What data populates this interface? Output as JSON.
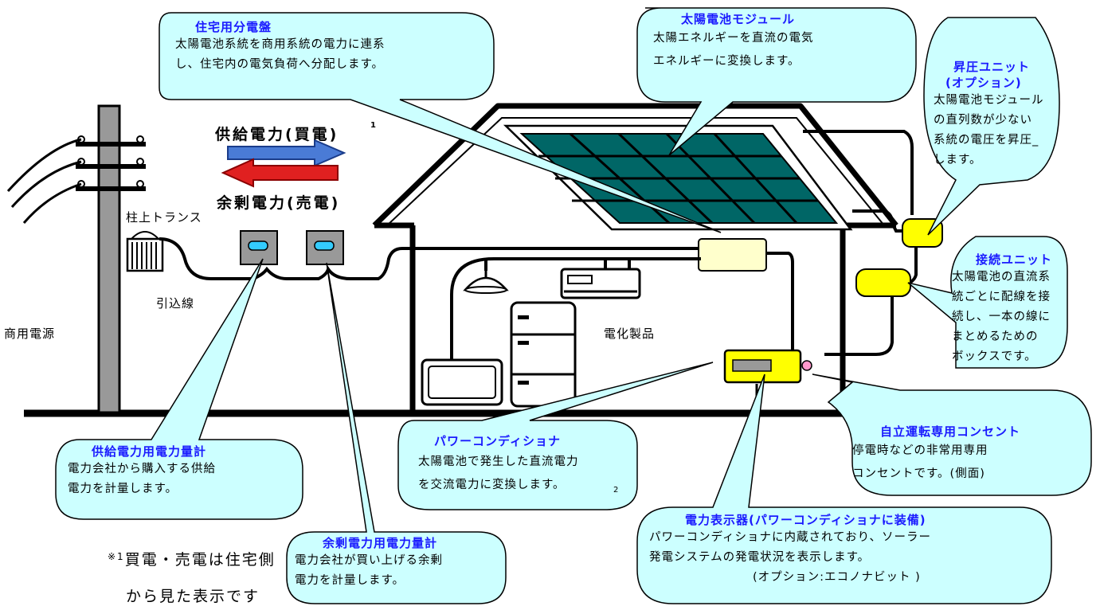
{
  "colors": {
    "callout_fill": "#ccffff",
    "callout_title": "#1a1aff",
    "panel_glass": "#006666",
    "arrow_buy": "#4a7bd6",
    "arrow_sell": "#e02020",
    "device_yellow": "#ffff66",
    "device_light": "#ffffcc"
  },
  "labels": {
    "supply_power": "供給電力(買電)",
    "supply_sup": "1",
    "surplus_power": "余剰電力(売電)",
    "pole_transformer": "柱上トランス",
    "service_line": "引込線",
    "commercial_power": "商用電源",
    "appliances": "電化製品"
  },
  "callouts": {
    "distribution_board": {
      "title": "住宅用分電盤",
      "lines": [
        "太陽電池系統を商用系統の電力に連系",
        "し、住宅内の電気負荷へ分配します。"
      ]
    },
    "solar_module": {
      "title": "太陽電池モジュール",
      "lines": [
        "太陽エネルギーを直流の電気",
        "エネルギーに変換します。"
      ]
    },
    "booster_unit": {
      "title_lines": [
        "昇圧ユニット",
        "(オプション)"
      ],
      "lines": [
        "太陽電池モジュール",
        "の直列数が少ない",
        "系統の電圧を昇圧_",
        "します。"
      ]
    },
    "connection_unit": {
      "title": "接続ユニット",
      "lines": [
        "太陽電池の直流系",
        "統ごとに配線を接",
        "続し、一本の線に",
        "まとめるための",
        "ボックスです。"
      ]
    },
    "standalone_outlet": {
      "title": "自立運転専用コンセント",
      "lines": [
        "停電時などの非常用専用",
        "コンセントです。(側面)"
      ]
    },
    "power_conditioner": {
      "title": "パワーコンディショナ",
      "lines": [
        "太陽電池で発生した直流電力",
        "を交流電力に変換します。"
      ],
      "sup": "2"
    },
    "power_display": {
      "title": "電力表示器(パワーコンディショナに装備)",
      "lines": [
        "パワーコンディショナに内蔵されており、ソーラー",
        "発電システムの発電状況を表示します。",
        "(オプション:エコノナビット )"
      ]
    },
    "supply_meter": {
      "title": "供給電力用電力量計",
      "lines": [
        "電力会社から購入する供給",
        "電力を計量します。"
      ]
    },
    "surplus_meter": {
      "title": "余剰電力用電力量計",
      "lines": [
        "電力会社が買い上げる余剰",
        "電力を計量します。"
      ]
    }
  },
  "footnote": {
    "mark": "※1",
    "line1": "買電・売電は住宅側",
    "line2": "から見た表示です"
  }
}
